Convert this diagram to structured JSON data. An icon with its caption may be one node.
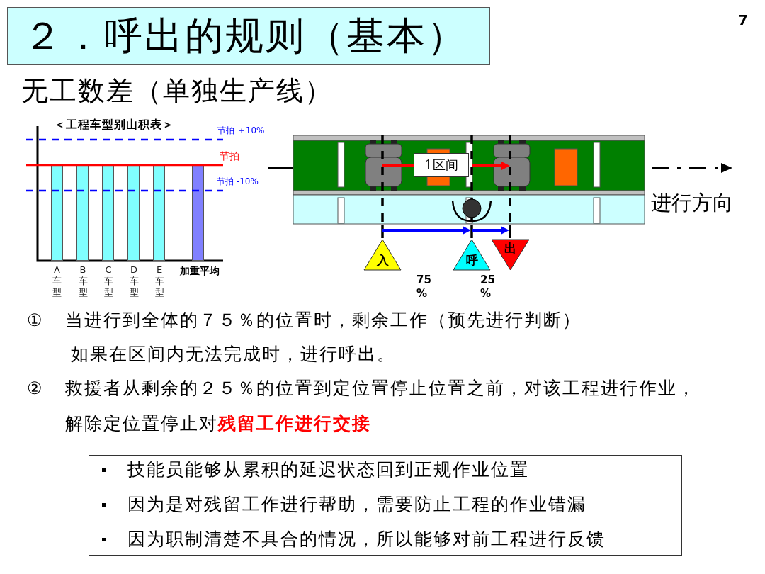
{
  "diagram": {
    "title": "２．呼出的规则（基本）",
    "nodes": [
      {
        "text": [],
        "shape": "bar",
        "beside": [
          "A车型"
        ]
      },
      {
        "text": [],
        "shape": "bar",
        "beside": [
          "B车型"
        ]
      },
      {
        "text": [],
        "shape": "bar",
        "beside": [
          "C车型"
        ]
      },
      {
        "text": [],
        "shape": "bar",
        "beside": [
          "D车型"
        ]
      },
      {
        "text": [],
        "shape": "bar",
        "beside": [
          "E车型"
        ]
      },
      {
        "text": [],
        "shape": "bar",
        "beside": [
          "加重平均"
        ]
      },
      {
        "text": [
          "1区间"
        ]
      },
      {
        "text": [
          "入"
        ]
      },
      {
        "text": [
          "呼"
        ]
      },
      {
        "text": [
          "出"
        ]
      },
      {
        "text": [
          "技能员能够从累积的延迟状态回到正规作业位置",
          "因为是对残留工作进行帮助，需要防止工程的作业错漏",
          "因为职制清楚不具合的情况，所以能够对前工程进行反馈"
        ]
      }
    ],
    "labels": [
      "7",
      "无工数差（单独生产线）",
      "＜工程车型别山积表＞",
      "节拍 ＋10%",
      "节拍",
      "节拍 -10%",
      "进行方向",
      "75 %",
      "25 %",
      "①",
      "当进行到全体的７５％的位置时，剩余工作（预先进行判断）",
      "如果在区间内无法完成时，进行呼出。",
      "②",
      "救援者从剩余的２５％的位置到定位置停止位置之前，对该工程进行作业，",
      "解除定位置停止对**残留工作进行交接**"
    ]
  }
}
